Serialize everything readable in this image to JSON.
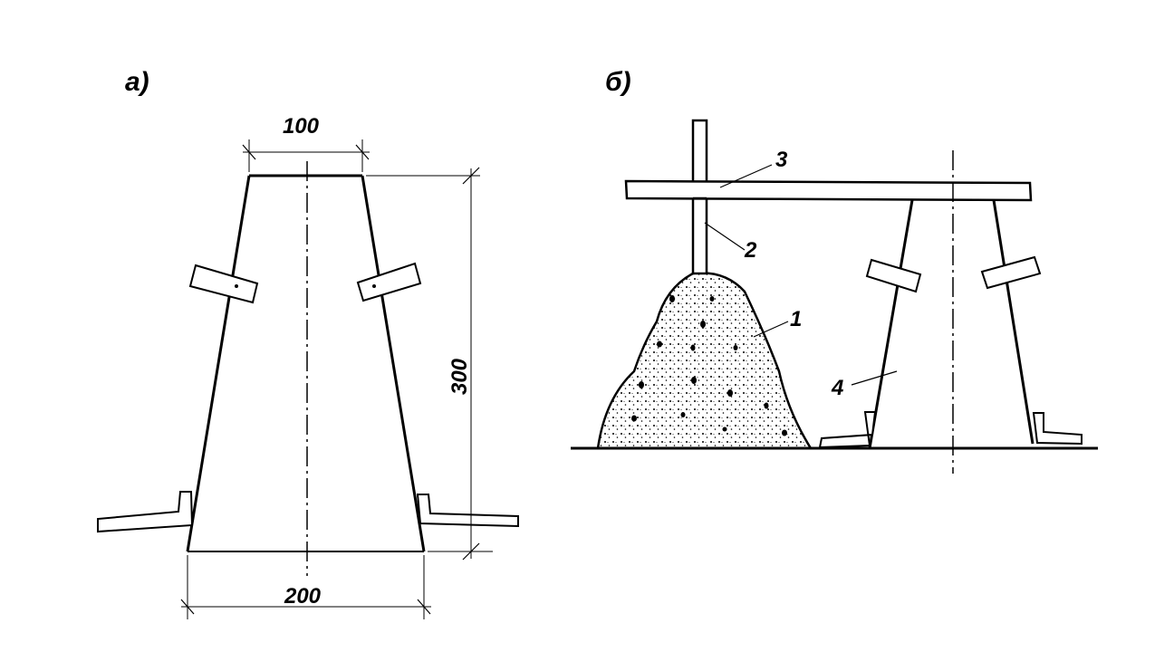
{
  "figure_a": {
    "label": "а)",
    "dimension_top": "100",
    "dimension_bottom": "200",
    "dimension_height": "300"
  },
  "figure_b": {
    "label": "б)",
    "callouts": [
      "1",
      "2",
      "3",
      "4"
    ]
  }
}
